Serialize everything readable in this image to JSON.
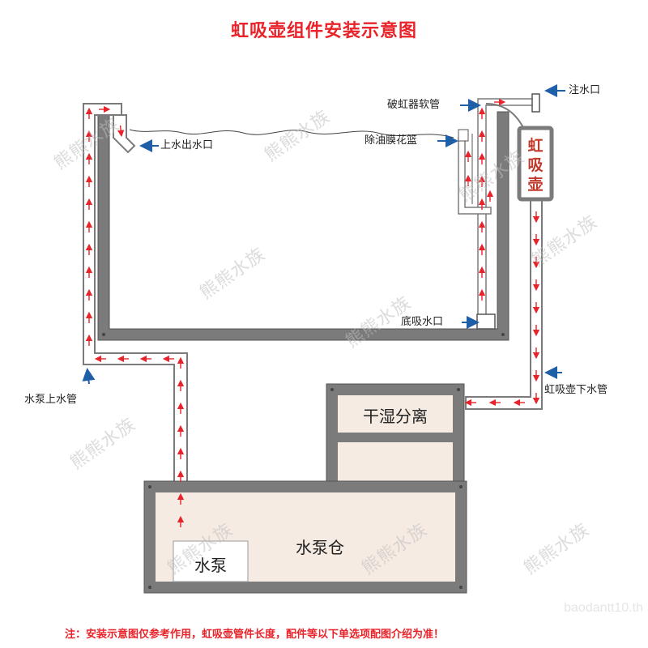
{
  "title": "虹吸壶组件安装示意图",
  "labels": {
    "top_outlet": "上水出水口",
    "siphon_break": "破虹器软管",
    "oil_skimmer": "除油膜花篮",
    "water_inlet": "注水口",
    "bottom_intake": "底吸水口",
    "pump_riser": "水泵上水管",
    "siphon_down": "虹吸壶下水管"
  },
  "boxes": {
    "siphon_pot": "虹吸壶",
    "dry_wet": "干湿分离",
    "pump_chamber": "水泵仓",
    "pump": "水泵"
  },
  "note": "注：安装示意图仅参考作用，虹吸壶管件长度，配件等以下单选项配图介绍为准！",
  "watermark": "熊熊水族",
  "site": "baodantt10.th",
  "colors": {
    "frame": "#7b7b7b",
    "arrow": "#e8232a",
    "pointer": "#1f5fa8",
    "pipe_fill": "#ffffff",
    "chamber_fill": "#f6ebe3"
  }
}
